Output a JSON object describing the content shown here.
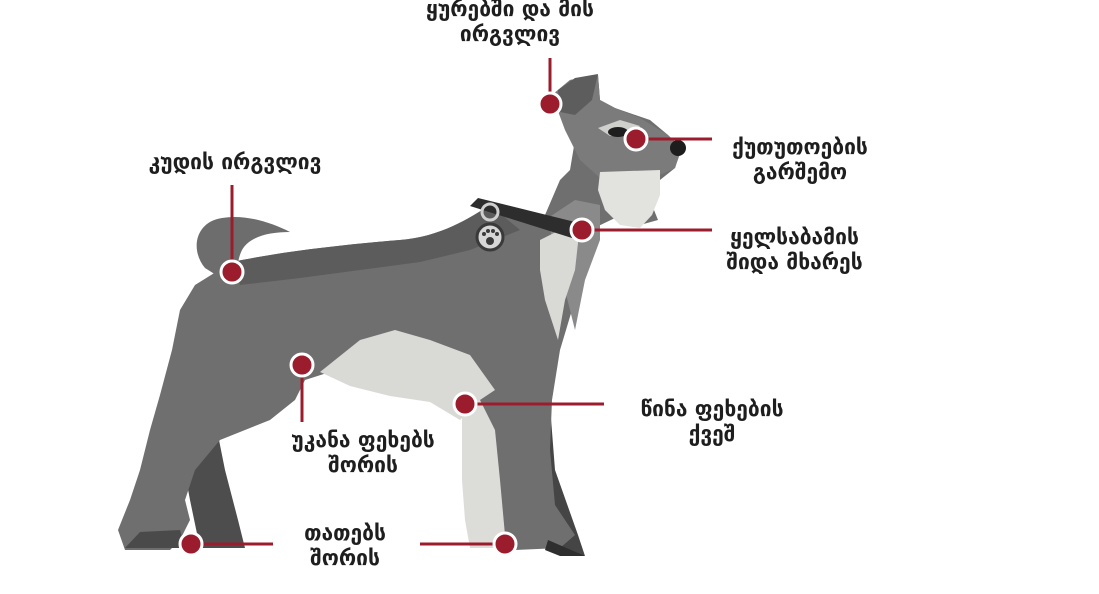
{
  "colors": {
    "accent": "#9b1c2c",
    "coat_dark": "#5b5b5c",
    "coat_mid": "#7a7a7b",
    "coat_light": "#d9d9d6",
    "collar": "#2d2d2d"
  },
  "labels": {
    "ears": [
      "ყურებში და მის",
      "ირგვლივ"
    ],
    "tail": [
      "კუდის ირგვლივ"
    ],
    "eyes": [
      "ქუთუთოების",
      "გარშემო"
    ],
    "neck": [
      "ყელსაბამის",
      "შიდა მხარეს"
    ],
    "hind_legs": [
      "უკანა ფეხებს",
      "შორის"
    ],
    "front_legs": [
      "წინა ფეხების",
      "ქვეშ"
    ],
    "toes": [
      "თათებს",
      "შორის"
    ]
  }
}
